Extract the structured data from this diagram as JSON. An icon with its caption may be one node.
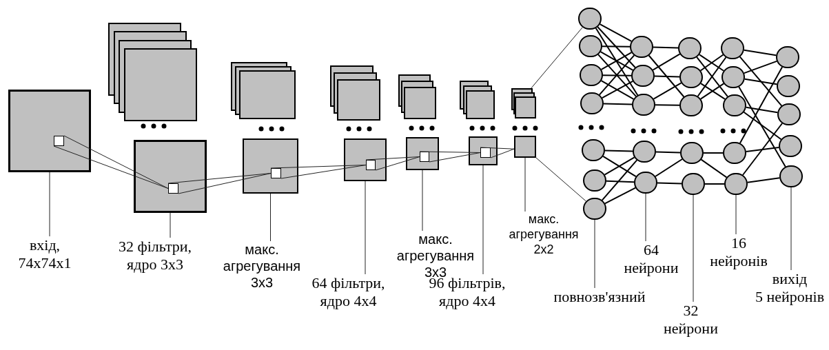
{
  "diagram": {
    "nodes": [
      {
        "text": [],
        "shape": "box"
      },
      {
        "text": [],
        "shape": "box",
        "in": 0
      },
      {
        "text": [],
        "shape": "stack"
      },
      {
        "text": [],
        "shape": "box"
      },
      {
        "text": [],
        "shape": "box",
        "in": 3
      },
      {
        "text": [],
        "shape": "stack"
      },
      {
        "text": [],
        "shape": "box"
      },
      {
        "text": [],
        "shape": "box",
        "in": 6
      },
      {
        "text": [],
        "shape": "stack"
      },
      {
        "text": [],
        "shape": "box"
      },
      {
        "text": [],
        "shape": "box",
        "in": 9
      },
      {
        "text": [],
        "shape": "stack"
      },
      {
        "text": [],
        "shape": "box"
      },
      {
        "text": [],
        "shape": "box",
        "in": 12
      },
      {
        "text": [],
        "shape": "stack"
      },
      {
        "text": [],
        "shape": "box"
      },
      {
        "text": [],
        "shape": "box",
        "in": 15
      },
      {
        "text": [],
        "shape": "stack"
      },
      {
        "text": [],
        "shape": "box"
      },
      {
        "text": [],
        "shape": "circle"
      },
      {
        "text": [],
        "shape": "circle"
      },
      {
        "text": [],
        "shape": "circle"
      },
      {
        "text": [],
        "shape": "circle"
      },
      {
        "text": [],
        "shape": "circle"
      },
      {
        "text": [],
        "shape": "circle"
      },
      {
        "text": [],
        "shape": "circle"
      },
      {
        "text": [],
        "shape": "circle"
      },
      {
        "text": [],
        "shape": "circle"
      },
      {
        "text": [],
        "shape": "circle"
      },
      {
        "text": [],
        "shape": "circle"
      },
      {
        "text": [],
        "shape": "circle"
      },
      {
        "text": [],
        "shape": "circle"
      },
      {
        "text": [],
        "shape": "circle"
      },
      {
        "text": [],
        "shape": "circle"
      },
      {
        "text": [],
        "shape": "circle"
      },
      {
        "text": [],
        "shape": "circle"
      },
      {
        "text": [],
        "shape": "circle"
      },
      {
        "text": [],
        "shape": "circle"
      },
      {
        "text": [],
        "shape": "circle"
      },
      {
        "text": [],
        "shape": "circle"
      },
      {
        "text": [],
        "shape": "circle"
      },
      {
        "text": [],
        "shape": "circle"
      },
      {
        "text": [],
        "shape": "circle"
      },
      {
        "text": [],
        "shape": "circle"
      },
      {
        "text": [],
        "shape": "circle"
      },
      {
        "text": [],
        "shape": "circle"
      },
      {
        "text": [
          "вхід, 74x74x1"
        ]
      },
      {
        "text": [
          "32 фільтри, ядро 3x3"
        ]
      },
      {
        "text": [
          "макс. агрегування 3x3"
        ]
      },
      {
        "text": [
          "64 фільтри, ядро 4x4"
        ]
      },
      {
        "text": [
          "макс. агрегування 3x3"
        ]
      },
      {
        "text": [
          "96 фільтрів, ядро 4x4"
        ]
      },
      {
        "text": [
          "макс. агрегування 2x2"
        ]
      },
      {
        "text": [
          "повнозв'язний"
        ]
      },
      {
        "text": [
          "64 нейрони"
        ]
      },
      {
        "text": [
          "32 нейрони"
        ]
      },
      {
        "text": [
          "16 нейронів"
        ]
      },
      {
        "text": [
          "вихід",
          "5 нейронів"
        ]
      }
    ],
    "edges": [
      {
        "from": 1,
        "to": 4,
        "arrow": "none"
      },
      {
        "from": 1,
        "to": 4,
        "arrow": "none"
      },
      {
        "from": 4,
        "to": 7,
        "arrow": "none"
      },
      {
        "from": 4,
        "to": 7,
        "arrow": "none"
      },
      {
        "from": 7,
        "to": 10,
        "arrow": "none"
      },
      {
        "from": 7,
        "to": 10,
        "arrow": "none"
      },
      {
        "from": 10,
        "to": 13,
        "arrow": "none"
      },
      {
        "from": 10,
        "to": 13,
        "arrow": "none"
      },
      {
        "from": 13,
        "to": 16,
        "arrow": "none"
      },
      {
        "from": 13,
        "to": 16,
        "arrow": "none"
      },
      {
        "from": 16,
        "to": 18,
        "arrow": "none"
      },
      {
        "from": 16,
        "to": 18,
        "arrow": "none"
      },
      {
        "from": 17,
        "to": 19,
        "arrow": "none"
      },
      {
        "from": 18,
        "to": 25,
        "arrow": "none"
      },
      {
        "from": 19,
        "to": 26,
        "arrow": "none"
      },
      {
        "from": 19,
        "to": 27,
        "arrow": "none"
      },
      {
        "from": 19,
        "to": 28,
        "arrow": "none"
      },
      {
        "from": 20,
        "to": 26,
        "arrow": "none"
      },
      {
        "from": 20,
        "to": 27,
        "arrow": "none"
      },
      {
        "from": 20,
        "to": 28,
        "arrow": "none"
      },
      {
        "from": 21,
        "to": 26,
        "arrow": "none"
      },
      {
        "from": 21,
        "to": 27,
        "arrow": "none"
      },
      {
        "from": 21,
        "to": 28,
        "arrow": "none"
      },
      {
        "from": 22,
        "to": 26,
        "arrow": "none"
      },
      {
        "from": 22,
        "to": 27,
        "arrow": "none"
      },
      {
        "from": 22,
        "to": 28,
        "arrow": "none"
      },
      {
        "from": 23,
        "to": 29,
        "arrow": "none"
      },
      {
        "from": 23,
        "to": 30,
        "arrow": "none"
      },
      {
        "from": 24,
        "to": 29,
        "arrow": "none"
      },
      {
        "from": 24,
        "to": 30,
        "arrow": "none"
      },
      {
        "from": 25,
        "to": 29,
        "arrow": "none"
      },
      {
        "from": 25,
        "to": 30,
        "arrow": "none"
      },
      {
        "from": 26,
        "to": 31,
        "arrow": "none"
      },
      {
        "from": 26,
        "to": 33,
        "arrow": "none"
      },
      {
        "from": 27,
        "to": 31,
        "arrow": "none"
      },
      {
        "from": 27,
        "to": 32,
        "arrow": "none"
      },
      {
        "from": 28,
        "to": 32,
        "arrow": "none"
      },
      {
        "from": 28,
        "to": 33,
        "arrow": "none"
      },
      {
        "from": 29,
        "to": 34,
        "arrow": "none"
      },
      {
        "from": 30,
        "to": 34,
        "arrow": "none"
      },
      {
        "from": 30,
        "to": 35,
        "arrow": "none"
      },
      {
        "from": 31,
        "to": 37,
        "arrow": "none"
      },
      {
        "from": 31,
        "to": 38,
        "arrow": "none"
      },
      {
        "from": 32,
        "to": 36,
        "arrow": "none"
      },
      {
        "from": 32,
        "to": 38,
        "arrow": "none"
      },
      {
        "from": 33,
        "to": 36,
        "arrow": "none"
      },
      {
        "from": 33,
        "to": 37,
        "arrow": "none"
      },
      {
        "from": 34,
        "to": 39,
        "arrow": "none"
      },
      {
        "from": 34,
        "to": 40,
        "arrow": "none"
      },
      {
        "from": 35,
        "to": 40,
        "arrow": "none"
      },
      {
        "from": 36,
        "to": 41,
        "arrow": "none"
      },
      {
        "from": 36,
        "to": 43,
        "arrow": "none"
      },
      {
        "from": 37,
        "to": 41,
        "arrow": "none"
      },
      {
        "from": 37,
        "to": 42,
        "arrow": "none"
      },
      {
        "from": 37,
        "to": 45,
        "arrow": "none"
      },
      {
        "from": 38,
        "to": 43,
        "arrow": "none"
      },
      {
        "from": 38,
        "to": 44,
        "arrow": "none"
      },
      {
        "from": 39,
        "to": 41,
        "arrow": "none"
      },
      {
        "from": 39,
        "to": 44,
        "arrow": "none"
      },
      {
        "from": 40,
        "to": 43,
        "arrow": "none"
      },
      {
        "from": 40,
        "to": 45,
        "arrow": "none"
      },
      {
        "from": 46,
        "to": 0,
        "arrow": "none"
      },
      {
        "from": 47,
        "to": 3,
        "arrow": "none"
      },
      {
        "from": 48,
        "to": 6,
        "arrow": "none"
      },
      {
        "from": 49,
        "to": 9,
        "arrow": "none"
      },
      {
        "from": 50,
        "to": 12,
        "arrow": "none"
      },
      {
        "from": 51,
        "to": 15,
        "arrow": "none"
      },
      {
        "from": 52,
        "to": 18,
        "arrow": "none"
      },
      {
        "from": 53,
        "to": 25,
        "arrow": "none"
      },
      {
        "from": 54,
        "to": 30,
        "arrow": "none"
      },
      {
        "from": 55,
        "to": 35,
        "arrow": "none"
      },
      {
        "from": 56,
        "to": 40,
        "arrow": "none"
      },
      {
        "from": 57,
        "to": 45,
        "arrow": "none"
      }
    ]
  }
}
